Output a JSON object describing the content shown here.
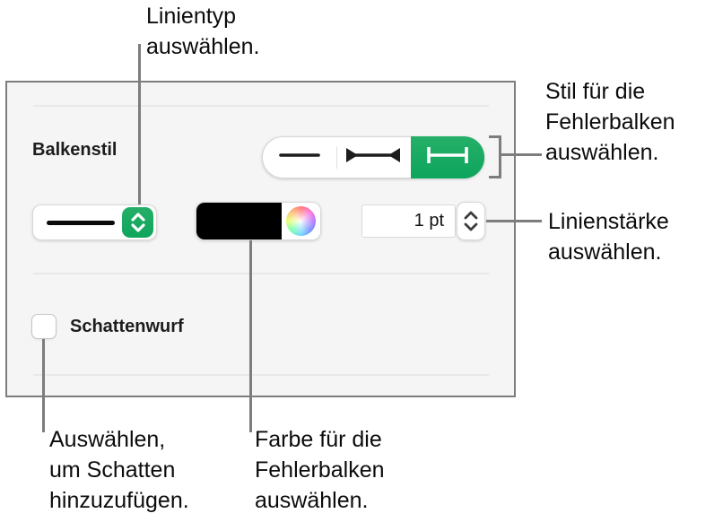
{
  "panel": {
    "bar_style_label": "Balkenstil",
    "bar_style_segments": [
      {
        "icon": "plain-line",
        "selected": false
      },
      {
        "icon": "arrow-capped-line",
        "selected": false
      },
      {
        "icon": "cap-ended-line",
        "selected": true
      }
    ],
    "line_type_popup": {
      "icon": "up-down-chevrons",
      "preview": "solid-line"
    },
    "color_well": {
      "swatch_color": "#000000",
      "wheel_icon": "color-wheel"
    },
    "stroke_width_value": "1 pt",
    "stepper_icons": {
      "up": "chevron-up",
      "down": "chevron-down"
    },
    "shadow_checkbox_label": "Schattenwurf",
    "shadow_checked": false
  },
  "callouts": {
    "line_type": {
      "lines": [
        "Linientyp",
        "auswählen."
      ]
    },
    "bar_style": {
      "lines": [
        "Stil für die",
        "Fehlerbalken",
        "auswählen."
      ]
    },
    "stroke_width": {
      "lines": [
        "Linienstärke",
        "auswählen."
      ]
    },
    "shadow": {
      "lines": [
        "Auswählen,",
        "um Schatten",
        "hinzuzufügen."
      ]
    },
    "color": {
      "lines": [
        "Farbe für die",
        "Fehlerbalken",
        "auswählen."
      ]
    }
  },
  "colors": {
    "accent_green": "#25af68",
    "swatch": "#000000",
    "callout_line": "#7d7d7d",
    "panel_border": "#7d7d7d",
    "panel_bg": "#f5f5f5"
  }
}
